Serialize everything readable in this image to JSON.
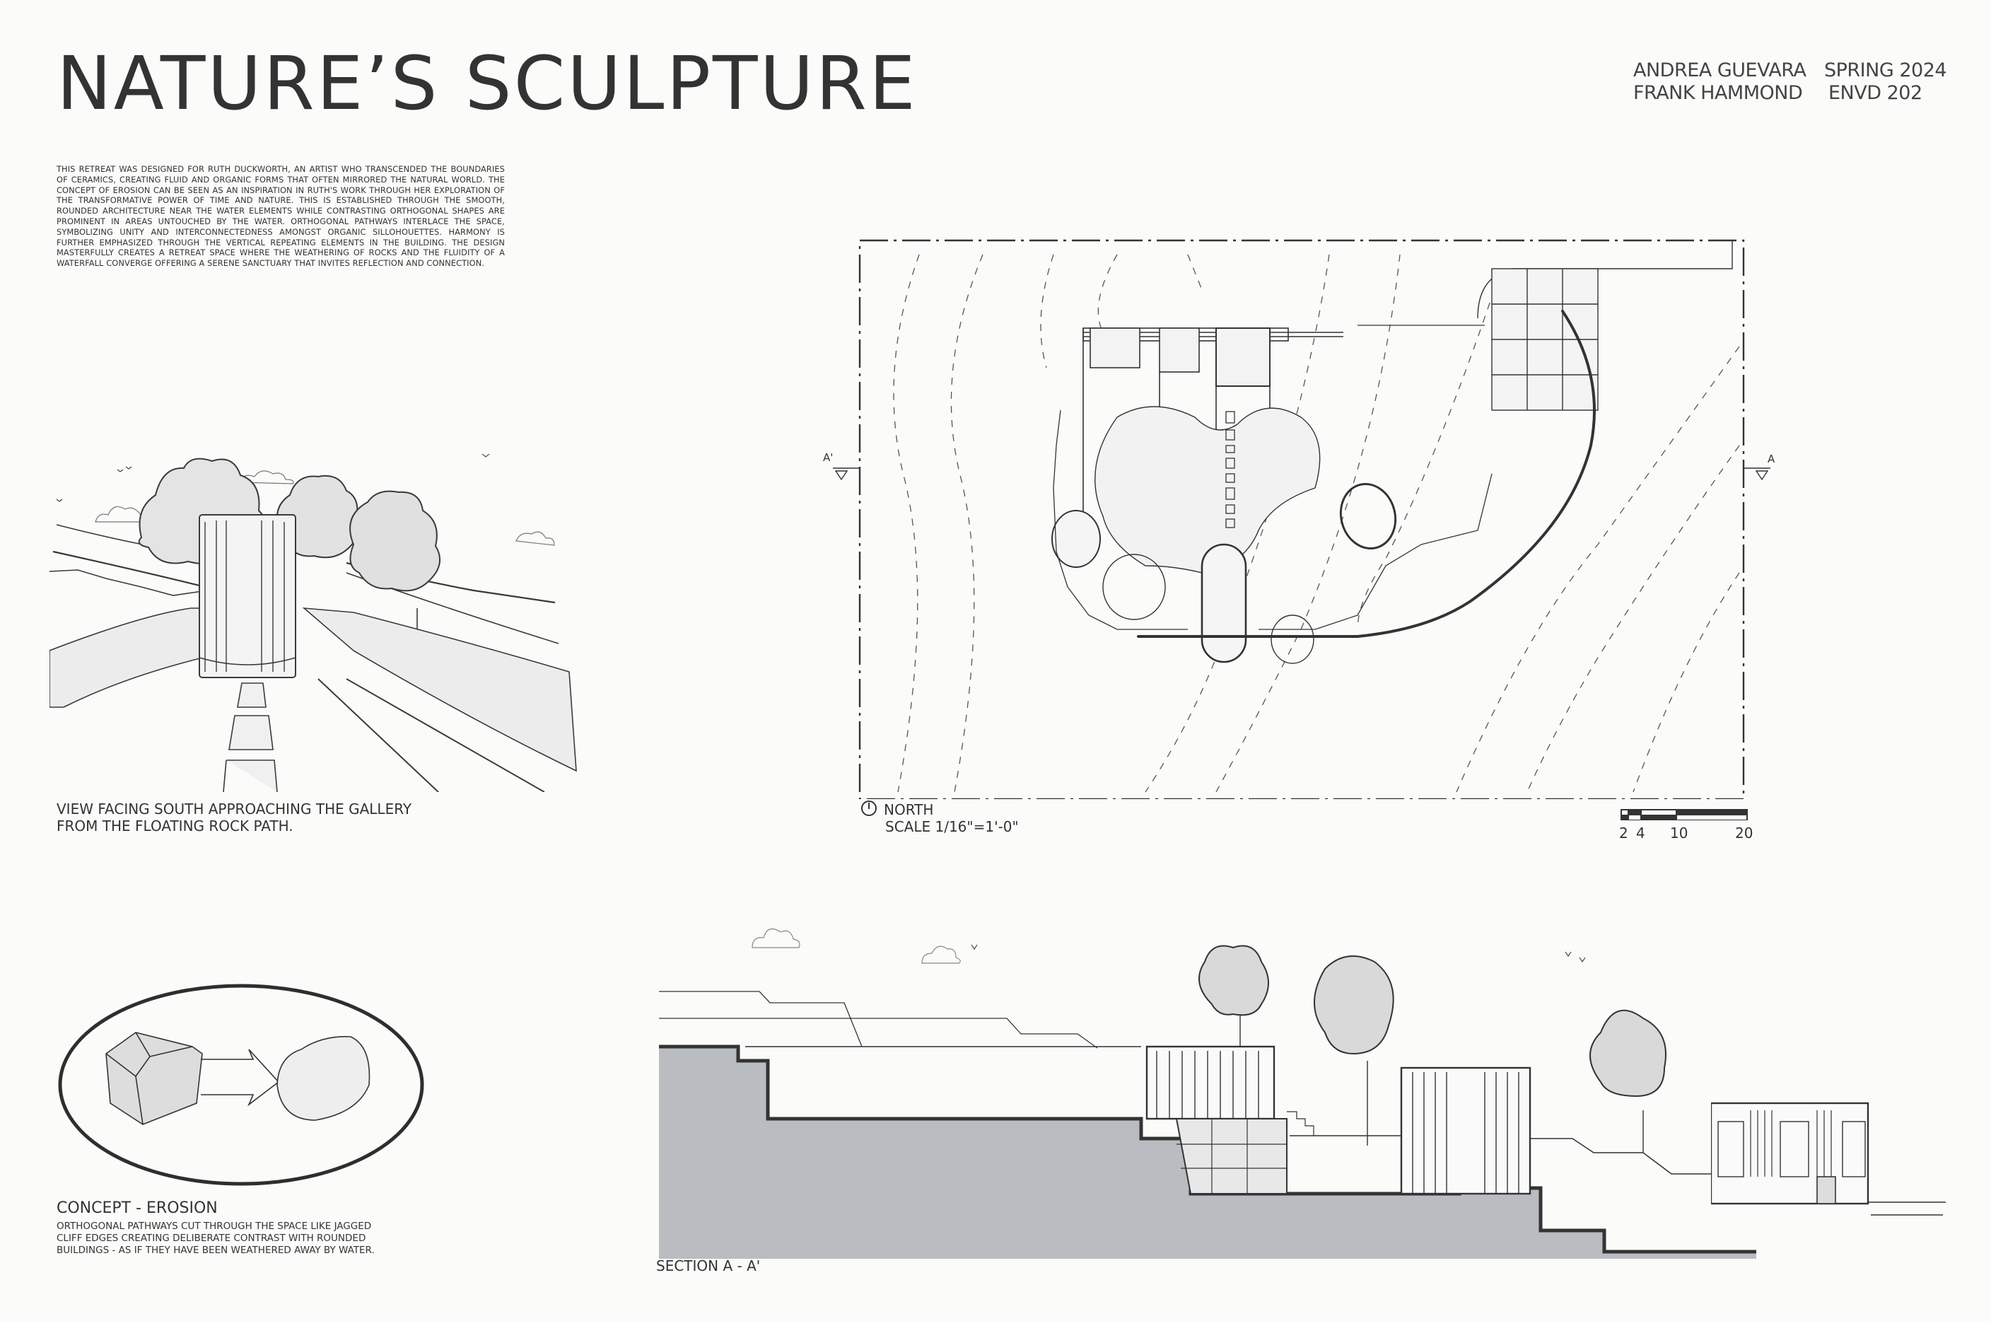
{
  "header": {
    "title": "NATURE’S SCULPTURE",
    "authors": [
      "ANDREA GUEVARA",
      "FRANK HAMMOND"
    ],
    "term": "SPRING 2024",
    "course": "ENVD 202"
  },
  "description": "This retreat was designed for Ruth Duckworth, an artist who transcended the boundaries of ceramics, creating fluid and organic forms that often mirrored the natural world. The concept of erosion can be seen as an inspiration in Ruth's work through her exploration of the transformative power of time and nature. This is established through the smooth, rounded architecture near the water elements while contrasting orthogonal shapes are prominent in areas untouched by the water. Orthogonal pathways interlace the space, symbolizing unity and interconnectedness amongst organic sillohouettes. Harmony is further emphasized through the vertical repeating elements in the building. The design masterfully creates a retreat space where the weathering of rocks and the fluidity of a waterfall converge offering a serene sanctuary that invites reflection and connection.",
  "perspective": {
    "caption_line1": "VIEW FACING SOUTH  APPROACHING THE GALLERY",
    "caption_line2": "FROM THE FLOATING ROCK PATH."
  },
  "site_plan": {
    "title": "NORTH",
    "scale": "SCALE 1/16\"=1'-0\"",
    "section_marker_left": "A'",
    "section_marker_right": "A",
    "scale_bar_labels": [
      "2",
      "4",
      "10",
      "20"
    ]
  },
  "concept": {
    "title": "CONCEPT - EROSION",
    "body": "ORTHOGONAL PATHWAYS CUT THROUGH THE SPACE LIKE JAGGED CLIFF EDGES  CREATING DELIBERATE CONTRAST WITH ROUNDED BUILDINGS - AS IF THEY HAVE BEEN WEATHERED AWAY BY WATER."
  },
  "section": {
    "caption": "SECTION A - A'"
  },
  "colors": {
    "paper": "#fbfbfa",
    "ink": "#2b2b2b",
    "ground_fill": "#b9bcc0",
    "pencil": "#8a8a8a"
  }
}
